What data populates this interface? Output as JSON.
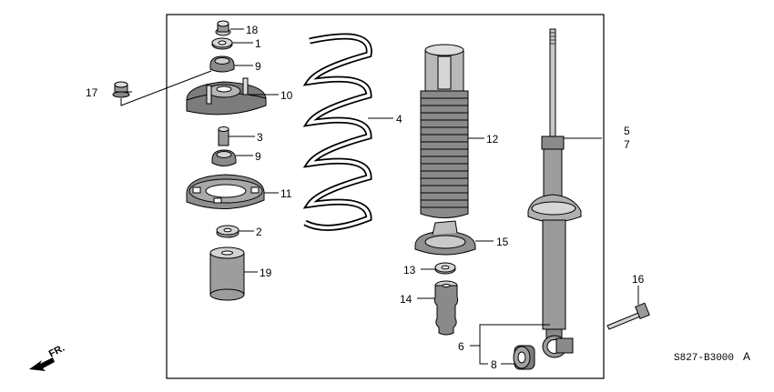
{
  "diagram": {
    "code": "S827-B3000",
    "code_suffix": "A",
    "front_marker": "FR."
  },
  "callouts": [
    {
      "id": "1",
      "label": "1"
    },
    {
      "id": "2",
      "label": "2"
    },
    {
      "id": "3",
      "label": "3"
    },
    {
      "id": "4",
      "label": "4"
    },
    {
      "id": "5",
      "label": "5"
    },
    {
      "id": "6",
      "label": "6"
    },
    {
      "id": "7",
      "label": "7"
    },
    {
      "id": "8",
      "label": "8"
    },
    {
      "id": "9a",
      "label": "9"
    },
    {
      "id": "9b",
      "label": "9"
    },
    {
      "id": "10",
      "label": "10"
    },
    {
      "id": "11",
      "label": "11"
    },
    {
      "id": "12",
      "label": "12"
    },
    {
      "id": "13",
      "label": "13"
    },
    {
      "id": "14",
      "label": "14"
    },
    {
      "id": "15",
      "label": "15"
    },
    {
      "id": "16",
      "label": "16"
    },
    {
      "id": "17",
      "label": "17"
    },
    {
      "id": "18",
      "label": "18"
    },
    {
      "id": "19",
      "label": "19"
    }
  ]
}
